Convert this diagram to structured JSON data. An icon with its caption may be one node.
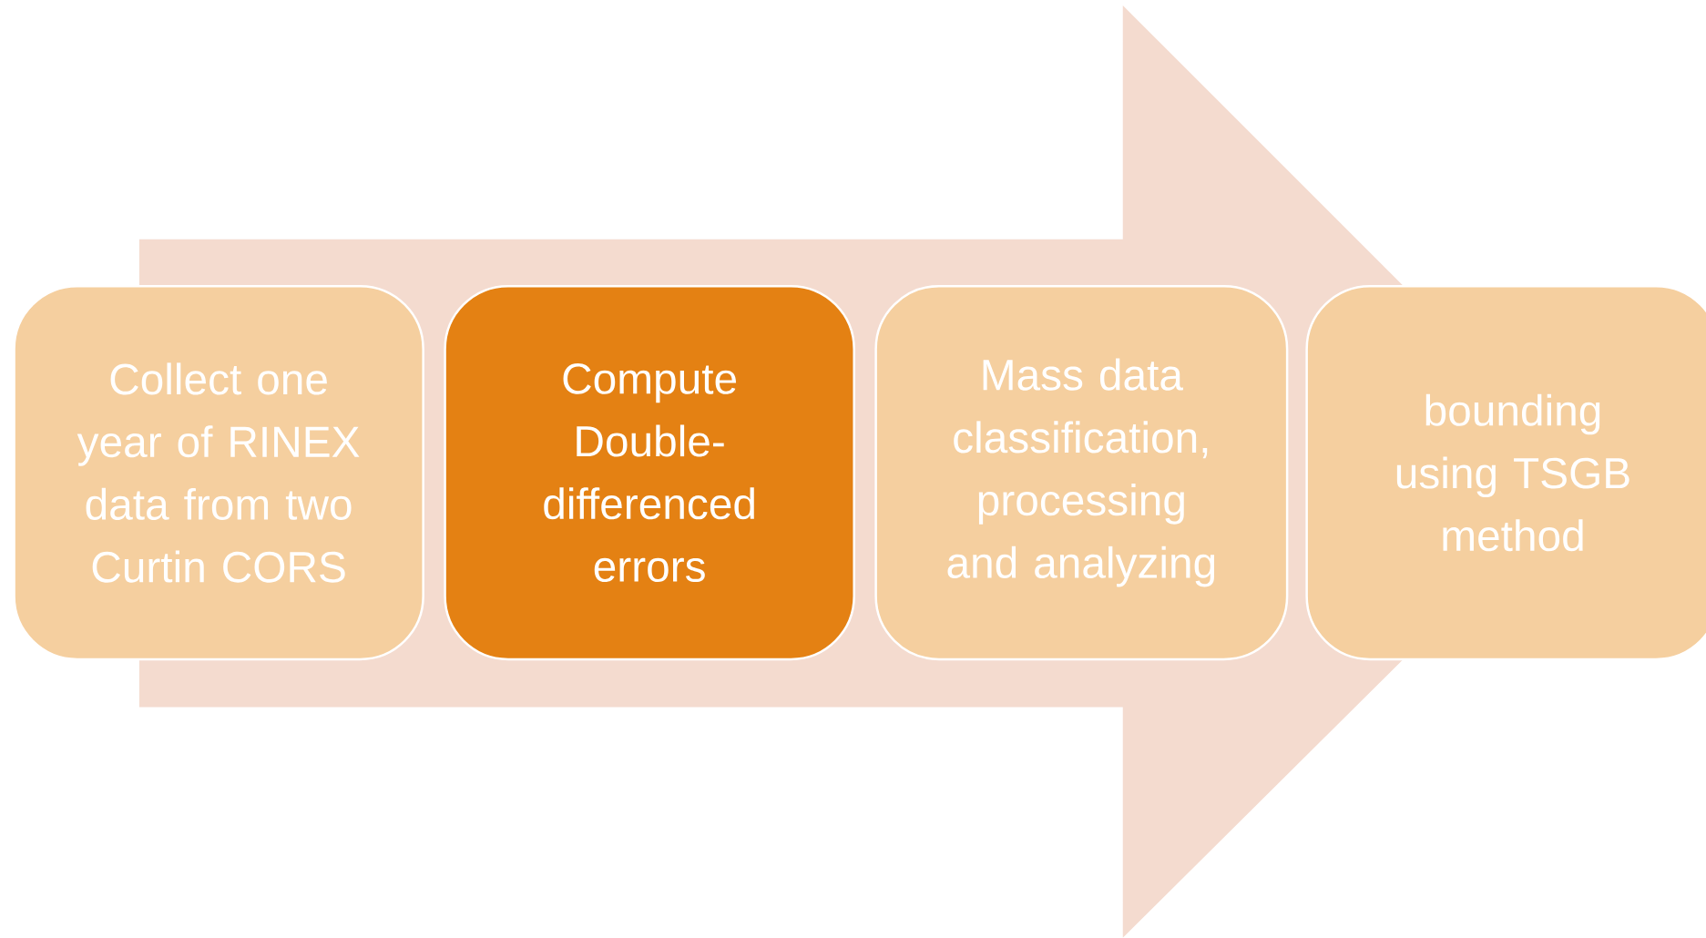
{
  "diagram": {
    "nodes": [
      {
        "text": [
          "Collect one year of RINEX data from two Curtin CORS"
        ]
      },
      {
        "text": [
          "Compute Double-differenced errors"
        ]
      },
      {
        "text": [
          "Mass data classification, processing and analyzing"
        ]
      },
      {
        "text": [
          "bounding using TSGB method"
        ]
      }
    ],
    "edges": [
      {
        "from": 0,
        "to": 3,
        "arrow": "to"
      }
    ]
  }
}
